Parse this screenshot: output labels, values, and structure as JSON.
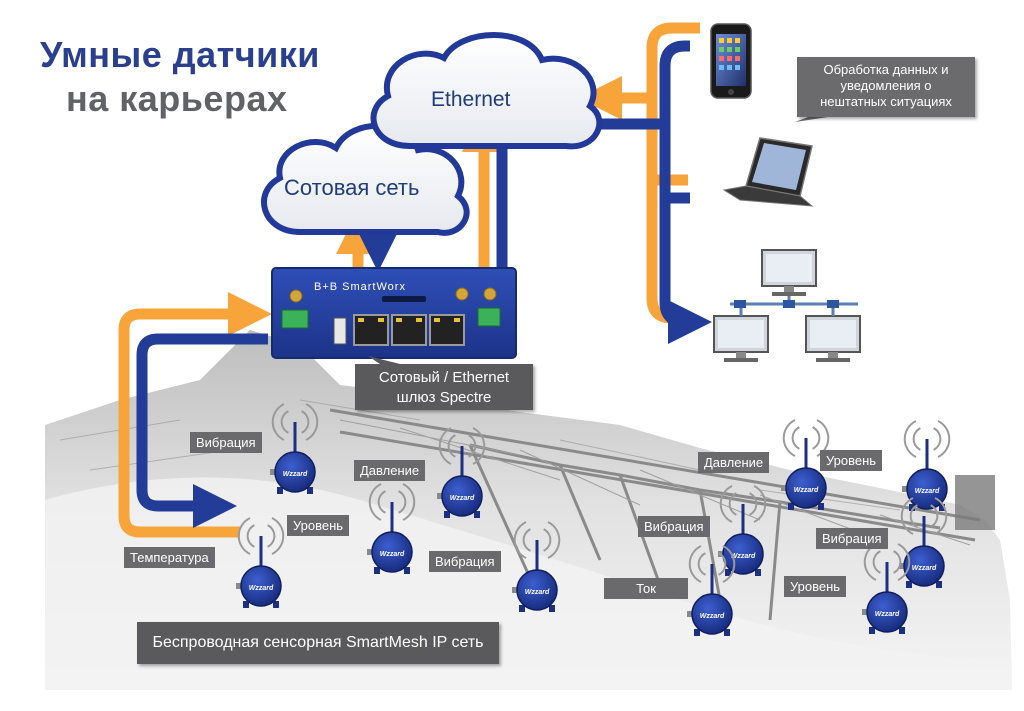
{
  "title": {
    "line1": "Умные датчики",
    "line2": "на карьерах"
  },
  "clouds": {
    "cellular": "Сотовая сеть",
    "ethernet": "Ethernet"
  },
  "gateway": {
    "brand": "B+B SmartWorx",
    "callout_line1": "Сотовый / Ethernet",
    "callout_line2": "шлюз Spectre"
  },
  "processing": {
    "line1": "Обработка данных и",
    "line2": "уведомления о",
    "line3": "нештатных ситуациях"
  },
  "network_label": "Беспроводная сенсорная SmartMesh IP сеть",
  "sensor_device_label": "Wzzard",
  "sensors": [
    {
      "label": "Вибрация"
    },
    {
      "label": "Давление"
    },
    {
      "label": "Уровень"
    },
    {
      "label": "Температура"
    },
    {
      "label": "Вибрация"
    },
    {
      "label": "Давление"
    },
    {
      "label": "Уровень"
    },
    {
      "label": "Вибрация"
    },
    {
      "label": "Ток"
    },
    {
      "label": "Вибрация"
    },
    {
      "label": "Уровень"
    }
  ],
  "colors": {
    "blue": "#223c98",
    "orange": "#f7a53a",
    "title_blue": "#2b3f8f",
    "title_gray": "#606266",
    "callout": "#5a5a5c"
  },
  "icons": [
    "cloud-icon",
    "router-icon",
    "smartphone-icon",
    "laptop-icon",
    "network-computers-icon",
    "wireless-sensor-icon",
    "arrow-icon"
  ]
}
